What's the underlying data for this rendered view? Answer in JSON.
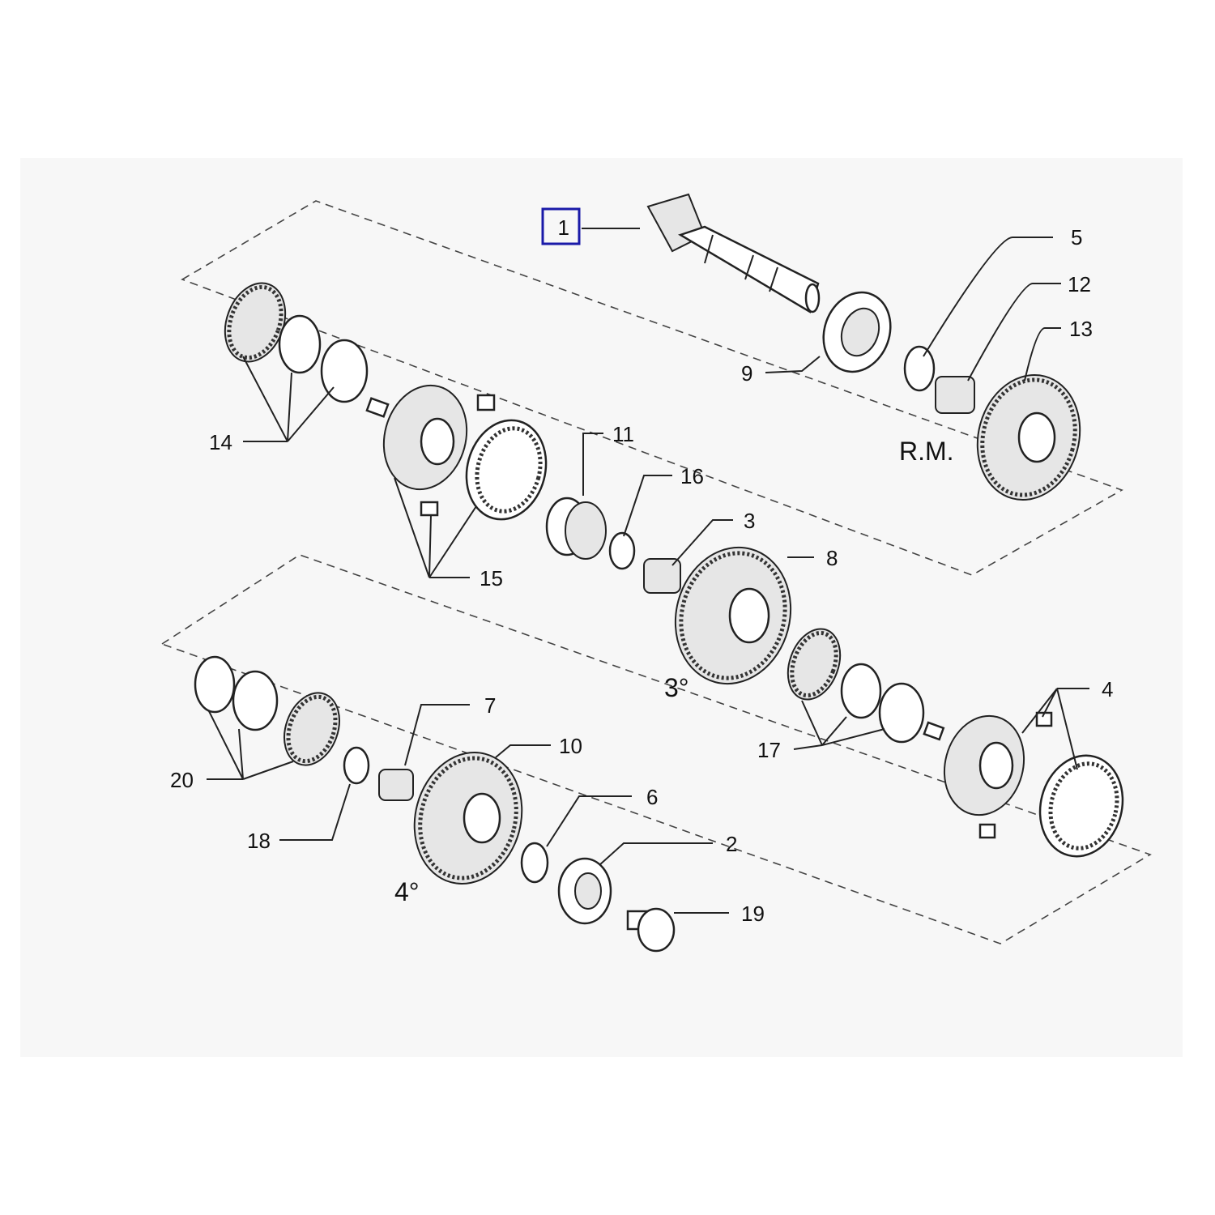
{
  "diagram": {
    "highlighted_callout": "1",
    "highlight_color": "#1a1aa8",
    "callouts": {
      "c1": "1",
      "c2": "2",
      "c3": "3",
      "c4": "4",
      "c5": "5",
      "c6": "6",
      "c7": "7",
      "c8": "8",
      "c9": "9",
      "c10": "10",
      "c11": "11",
      "c12": "12",
      "c13": "13",
      "c14": "14",
      "c15": "15",
      "c16": "16",
      "c17": "17",
      "c18": "18",
      "c19": "19",
      "c20": "20"
    },
    "gear_labels": {
      "reverse": "R.M.",
      "third": "3°",
      "fourth": "4°"
    }
  }
}
